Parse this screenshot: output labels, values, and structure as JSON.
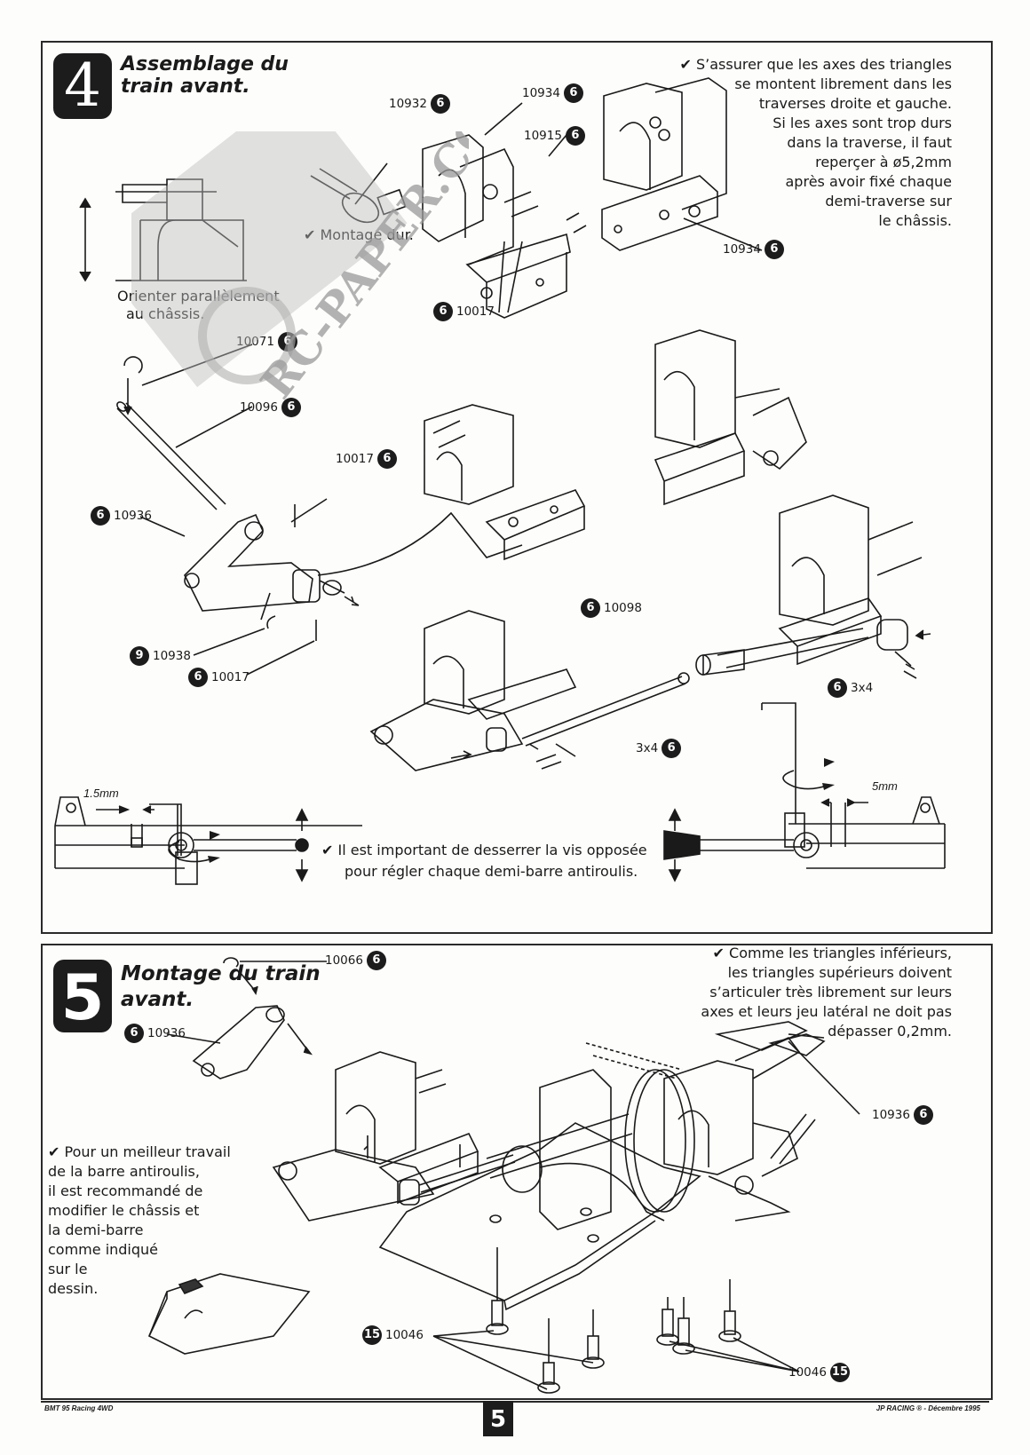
{
  "document": {
    "footer_left": "BMT 95 Racing 4WD",
    "footer_right": "JP RACING ® - Décembre 1995",
    "page_number": "5",
    "watermark": "RC-PAPER.COM"
  },
  "step4": {
    "number": "4",
    "title_lines": [
      "Assemblage du",
      "train avant."
    ],
    "note_top_right": [
      "✔ S’assurer que les axes des triangles",
      "se montent librement dans les",
      "traverses droite et gauche.",
      "Si les axes sont trop durs",
      "dans la traverse, il faut",
      "reperçer à ø5,2mm",
      "après avoir fixé chaque",
      "demi-traverse sur",
      "le châssis."
    ],
    "note_montage": "✔ Montage dur.",
    "note_orient": [
      "Orienter parallèlement",
      "au châssis."
    ],
    "note_bottom": [
      "✔ Il est important de desserrer la vis opposée",
      "pour régler chaque demi-barre antiroulis."
    ],
    "dim_left": "1.5mm",
    "dim_right": "5mm",
    "parts": [
      {
        "ref": "10932",
        "qty": "6"
      },
      {
        "ref": "10934",
        "qty": "6"
      },
      {
        "ref": "10915",
        "qty": "6"
      },
      {
        "ref": "10934",
        "qty": "6"
      },
      {
        "ref": "10017",
        "qty": "6"
      },
      {
        "ref": "10071",
        "qty": "6"
      },
      {
        "ref": "10096",
        "qty": "6"
      },
      {
        "ref": "10017",
        "qty": "6"
      },
      {
        "ref": "10936",
        "qty": "6"
      },
      {
        "ref": "10938",
        "qty": "9"
      },
      {
        "ref": "10017",
        "qty": "6"
      },
      {
        "ref": "10098",
        "qty": "6"
      },
      {
        "ref": "3x4",
        "qty": "6"
      },
      {
        "ref": "3x4",
        "qty": "6"
      }
    ]
  },
  "step5": {
    "number": "5",
    "title_lines": [
      "Montage du train",
      "avant."
    ],
    "note_top_right": [
      "✔ Comme les triangles inférieurs,",
      "les triangles supérieurs doivent",
      "s’articuler très librement sur leurs",
      "axes et leurs jeu latéral ne doit pas",
      "dépasser 0,2mm."
    ],
    "note_left": [
      "✔ Pour un meilleur travail",
      "de la barre antiroulis,",
      "il est recommandé de",
      "modifier le châssis et",
      "la demi-barre",
      "comme indiqué",
      "sur le",
      "dessin."
    ],
    "parts": [
      {
        "ref": "10066",
        "qty": "6"
      },
      {
        "ref": "10936",
        "qty": "6"
      },
      {
        "ref": "10936",
        "qty": "6"
      },
      {
        "ref": "10046",
        "qty": "15"
      },
      {
        "ref": "10046",
        "qty": "15"
      }
    ]
  }
}
